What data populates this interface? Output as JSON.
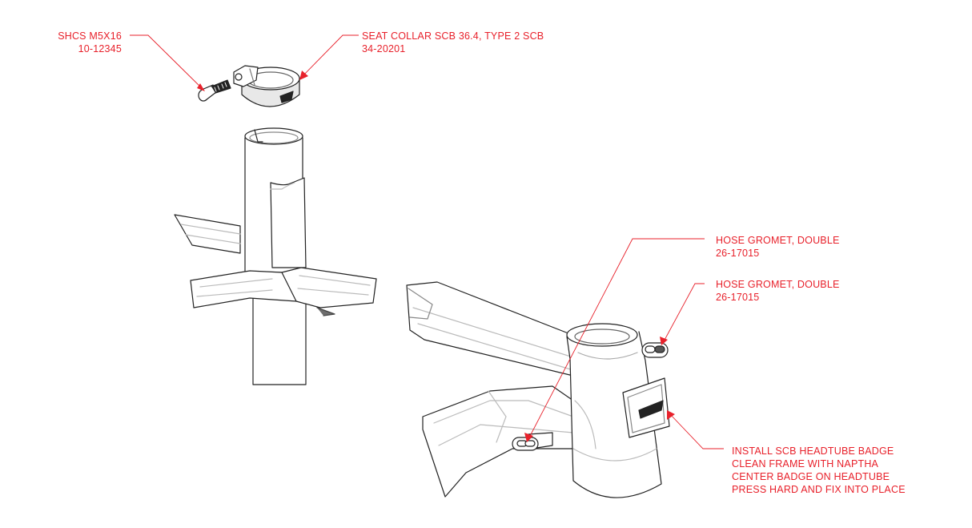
{
  "palette": {
    "callout": "#e8212b",
    "line": "#222222",
    "shade": "#6e6e6e",
    "light": "#b8b8b8"
  },
  "callouts": {
    "shcs": {
      "name": "SHCS M5X16",
      "part_no": "10-12345"
    },
    "seat_collar": {
      "name": "SEAT COLLAR SCB 36.4, TYPE 2 SCB",
      "part_no": "34-20201"
    },
    "grommet_1": {
      "name": "HOSE GROMET, DOUBLE",
      "part_no": "26-17015"
    },
    "grommet_2": {
      "name": "HOSE GROMET, DOUBLE",
      "part_no": "26-17015"
    },
    "badge": {
      "line1": "INSTALL SCB HEADTUBE BADGE",
      "line2": "CLEAN FRAME WITH NAPTHA",
      "line3": "CENTER BADGE ON HEADTUBE",
      "line4": "PRESS HARD AND FIX INTO PLACE"
    }
  },
  "parts": [
    "shcs-bolt-icon",
    "seat-collar-icon",
    "seat-tube-icon",
    "head-tube-icon",
    "hose-grommet-icon",
    "headtube-badge-icon"
  ]
}
